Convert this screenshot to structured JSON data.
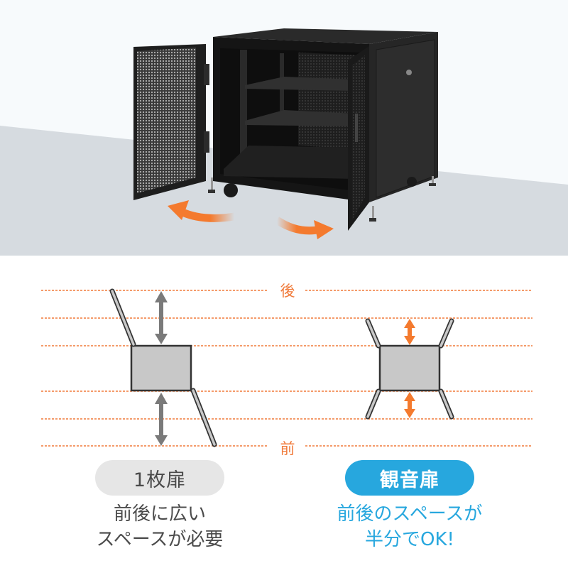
{
  "photo": {
    "subject": "server-rack-cabinet-with-double-doors-open",
    "background_colors": {
      "wall": "#f7fafc",
      "floor": "#d6dbe0"
    },
    "arrow_color": "#f47a2e",
    "arrows": [
      "swing-left-arrow",
      "swing-right-arrow"
    ]
  },
  "diagram": {
    "labels": {
      "back": "後",
      "front": "前"
    },
    "guide_line_color": "#f07a3a",
    "box_fill": "#c8c8c8",
    "box_stroke": "#333333",
    "single_door_arrow_color": "#7a7a7a",
    "double_door_arrow_color": "#f47a2e"
  },
  "comparison": {
    "single": {
      "title": "1枚扉",
      "line1": "前後に広い",
      "line2": "スペースが必要",
      "pill_color": "#e6e6e6",
      "text_color": "#4a4a4a"
    },
    "double": {
      "title": "観音扉",
      "line1": "前後のスペースが",
      "line2": "半分でOK!",
      "pill_color": "#27a7de",
      "text_color": "#27a7de"
    }
  }
}
